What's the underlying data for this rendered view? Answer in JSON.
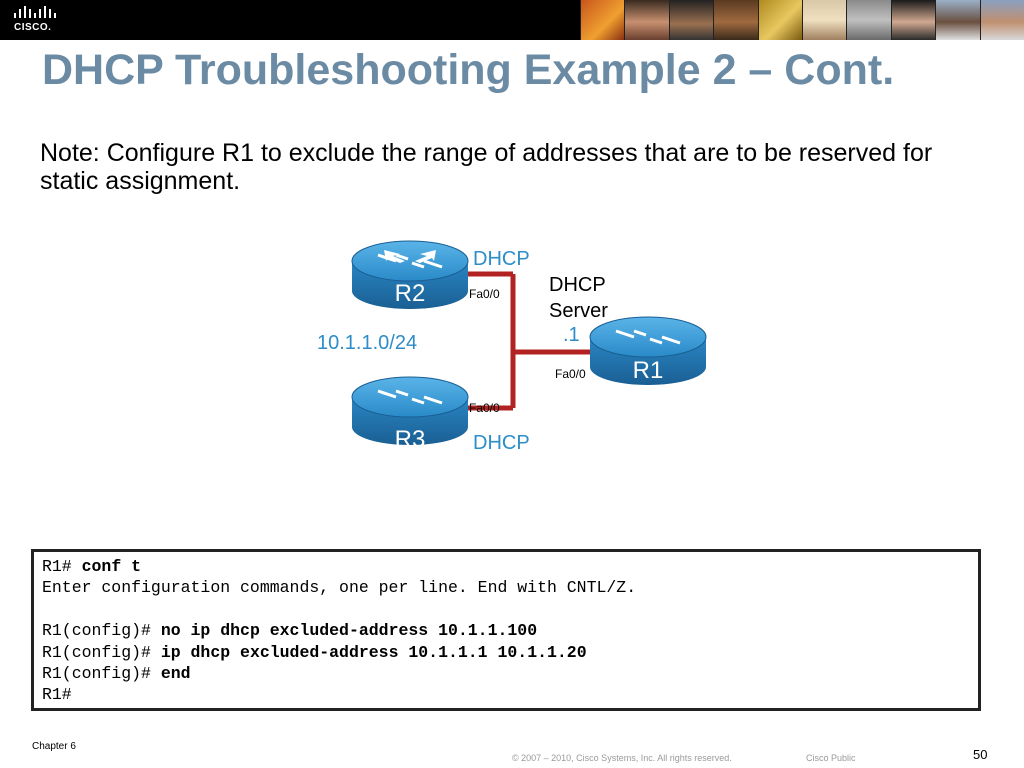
{
  "banner": {
    "logo_text": "CISCO."
  },
  "title": "DHCP Troubleshooting Example 2 – Cont.",
  "note": "Note: Configure R1 to exclude the range of addresses that are to be reserved for static assignment.",
  "diagram": {
    "r2_label": "R2",
    "r3_label": "R3",
    "r1_label": "R1",
    "r2_dhcp": "DHCP",
    "r3_dhcp": "DHCP",
    "server_line1": "DHCP",
    "server_line2": "Server",
    "r1_ip": ".1",
    "network": "10.1.1.0/24",
    "r2_iface": "Fa0/0",
    "r3_iface": "Fa0/0",
    "r1_iface": "Fa0/0",
    "router_color": "#2d8dc8",
    "link_color": "#b22222"
  },
  "code": {
    "lines": [
      {
        "prompt": "R1# ",
        "cmd": "conf t"
      },
      {
        "prompt": "Enter configuration commands, one per line. End with CNTL/Z.",
        "cmd": ""
      },
      {
        "prompt": "",
        "cmd": ""
      },
      {
        "prompt": "R1(config)# ",
        "cmd": "no ip dhcp excluded-address 10.1.1.100"
      },
      {
        "prompt": "R1(config)# ",
        "cmd": "ip dhcp excluded-address 10.1.1.1 10.1.1.20"
      },
      {
        "prompt": "R1(config)# ",
        "cmd": "end"
      },
      {
        "prompt": "R1#",
        "cmd": ""
      }
    ]
  },
  "footer": {
    "chapter": "Chapter 6",
    "copyright": "© 2007 – 2010, Cisco Systems, Inc. All rights reserved.",
    "classification": "Cisco Public",
    "page": "50"
  }
}
